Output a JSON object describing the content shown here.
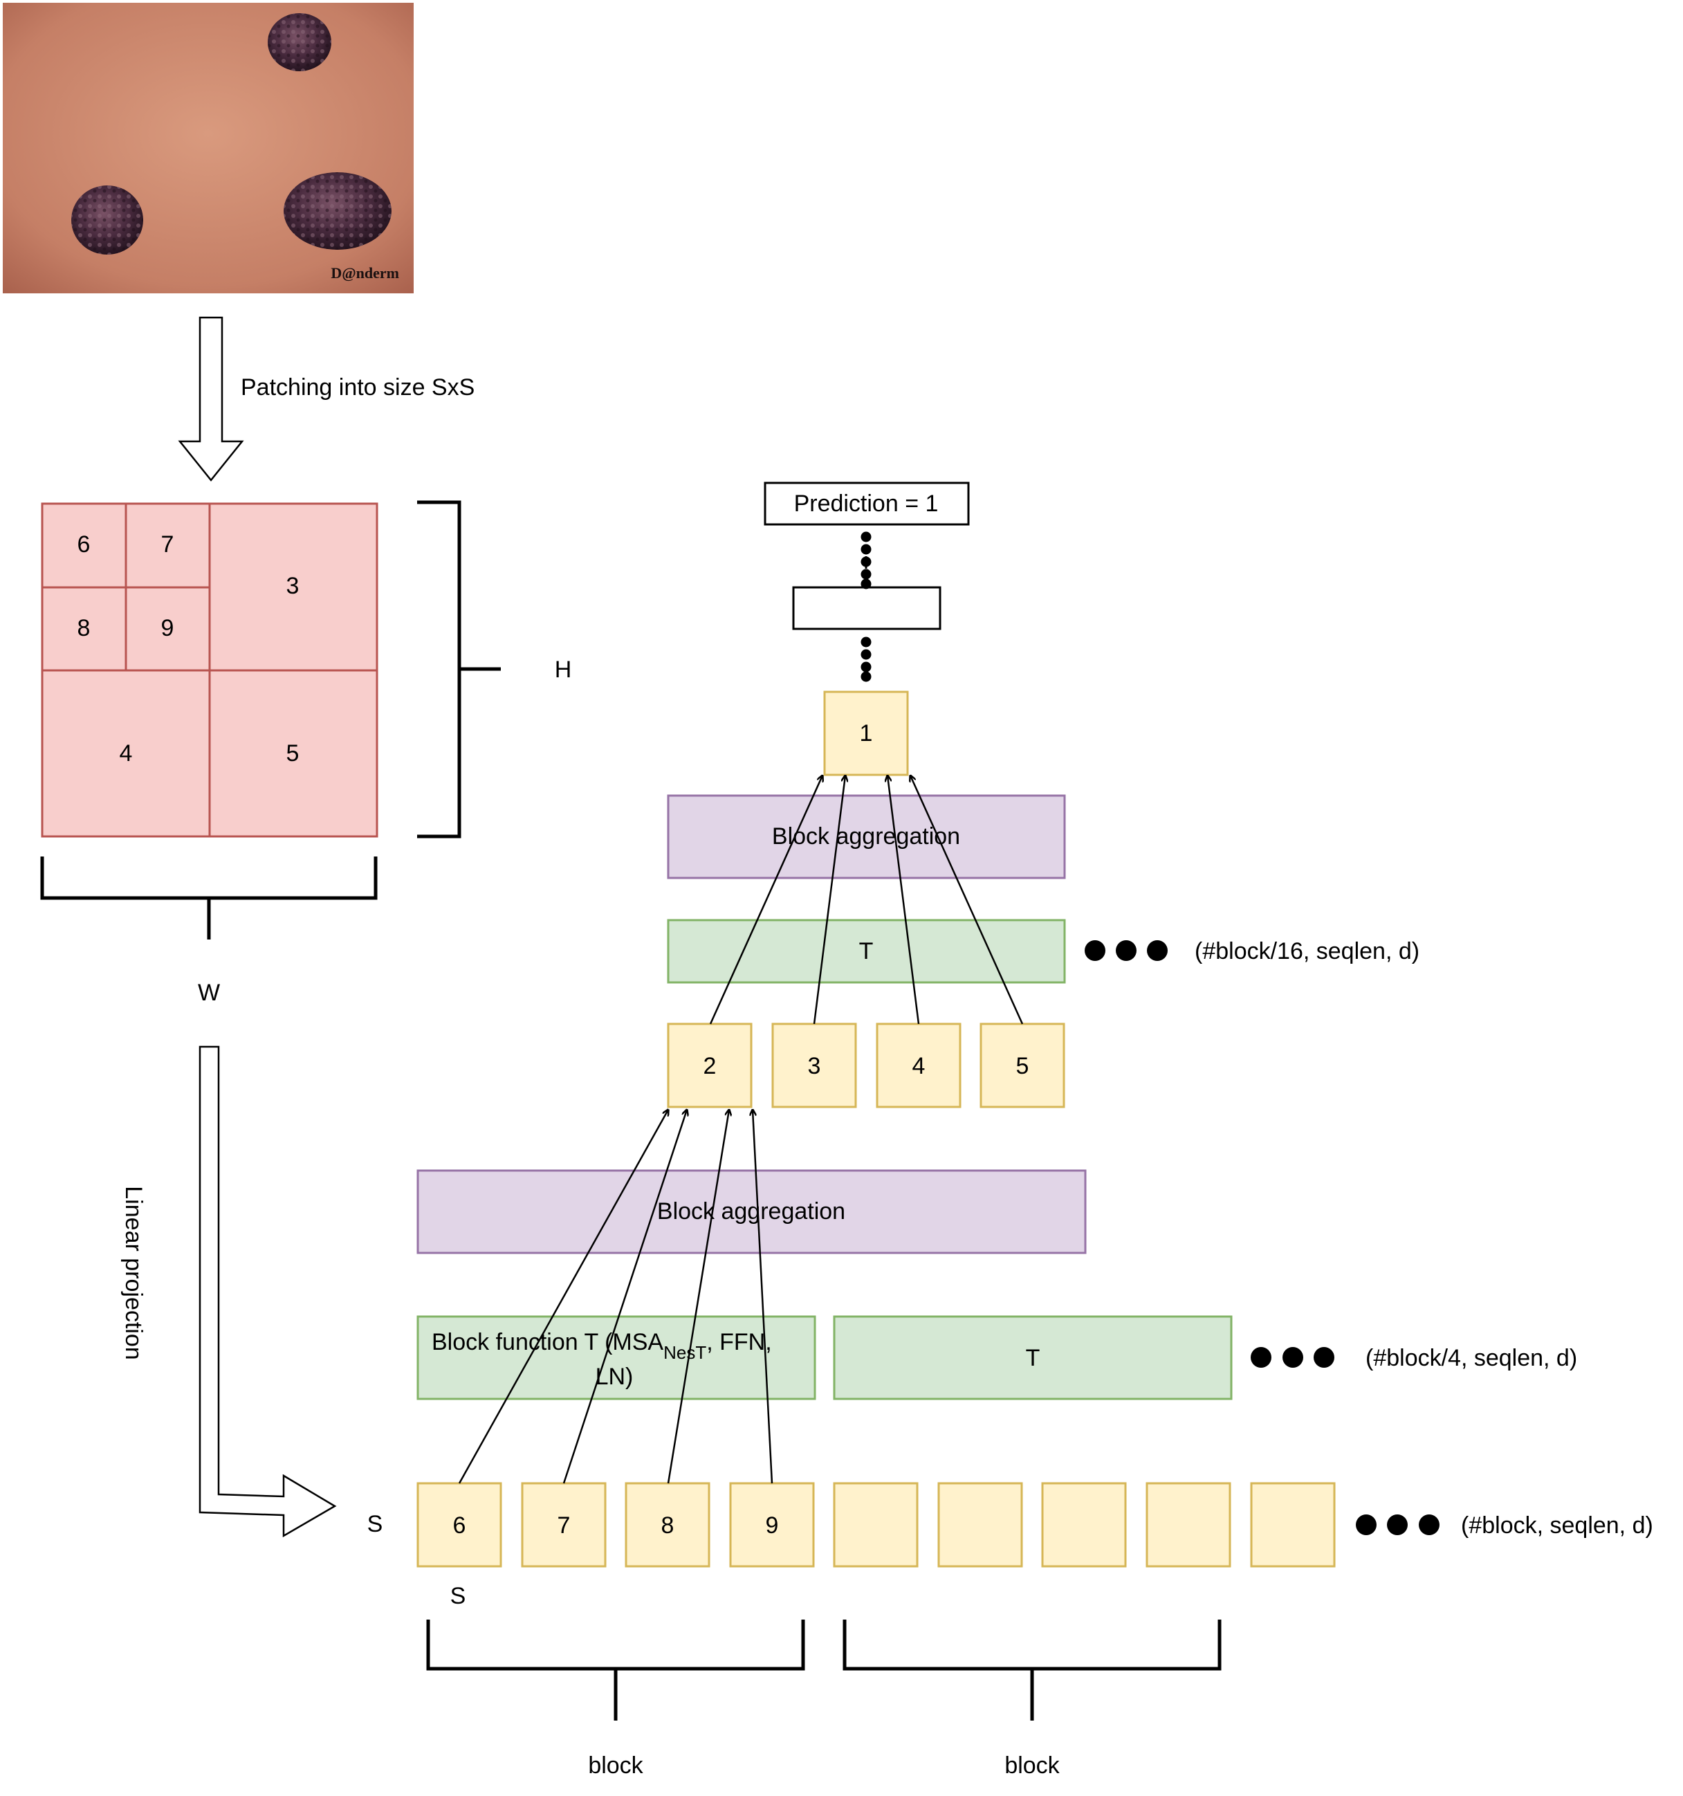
{
  "photo": {
    "watermark": "D@nderm",
    "colors": {
      "skin": "#c9866d",
      "lesion": "#3a2233"
    }
  },
  "labels": {
    "patching": "Patching into size SxS",
    "linear_projection": "Linear projection",
    "H": "H",
    "W": "W",
    "S_left": "S",
    "S_below": "S",
    "block": "block",
    "prediction": "Prediction = 1"
  },
  "grid_cells": {
    "c6": "6",
    "c7": "7",
    "c8": "8",
    "c9": "9",
    "c3": "3",
    "c4": "4",
    "c5": "5"
  },
  "level0": {
    "tokens": [
      "6",
      "7",
      "8",
      "9",
      "",
      "",
      "",
      "",
      ""
    ],
    "shape": "(#block, seqlen, d)"
  },
  "level1": {
    "block_function": {
      "text": "Block function T (MSA",
      "subscript": "NesT",
      "text_after": ", FFN,",
      "line2": "LN)"
    },
    "T": "T",
    "aggregation": "Block aggregation",
    "shape": "(#block/4, seqlen, d)"
  },
  "level2": {
    "tokens": [
      "2",
      "3",
      "4",
      "5"
    ],
    "T": "T",
    "aggregation": "Block aggregation",
    "shape": "(#block/16, seqlen, d)"
  },
  "level3": {
    "token": "1"
  },
  "colors": {
    "pink_fill": "#f8cecc",
    "pink_stroke": "#b85450",
    "yellow_fill": "#fff2cc",
    "yellow_stroke": "#d6b656",
    "green_fill": "#d5e8d4",
    "green_stroke": "#82b366",
    "purple_fill": "#e1d5e7",
    "purple_stroke": "#9673a6"
  }
}
